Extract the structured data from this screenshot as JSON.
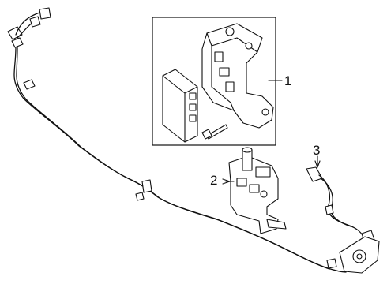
{
  "callouts": {
    "part1": "1",
    "part2": "2",
    "part3": "3"
  },
  "colors": {
    "line": "#111111",
    "background": "#ffffff"
  }
}
